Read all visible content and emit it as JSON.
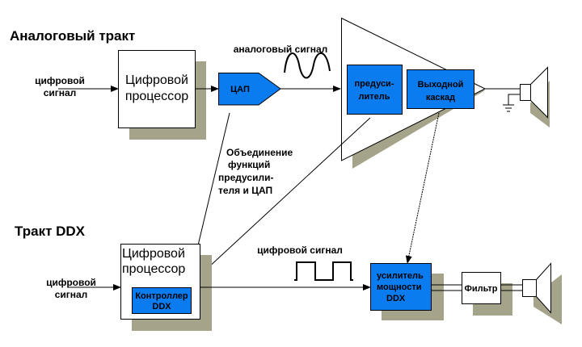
{
  "colors": {
    "block_blue": "#0a7cf0",
    "shadow": "#a5a48a",
    "line": "#000000",
    "background": "#ffffff"
  },
  "analog": {
    "title": "Аналоговый тракт",
    "input_label": [
      "цифровой",
      "сигнал"
    ],
    "processor": [
      "Цифровой",
      "процессор"
    ],
    "dac": "ЦАП",
    "signal_label": "аналоговый сигнал",
    "preamp": [
      "предуси-",
      "литель"
    ],
    "output_stage": [
      "Выходной",
      "каскад"
    ]
  },
  "annotation": [
    "Объединение",
    "функций",
    "предусили-",
    "теля и ЦАП"
  ],
  "ddx": {
    "title": "Тракт DDX",
    "input_label": [
      "цифровой",
      "сигнал"
    ],
    "processor": [
      "Цифровой",
      "процессор"
    ],
    "controller": [
      "Контроллер",
      "DDX"
    ],
    "signal_label": "цифровой сигнал",
    "amp": [
      "усилитель",
      "мощности",
      "DDX"
    ],
    "filter": "Фильтр"
  }
}
